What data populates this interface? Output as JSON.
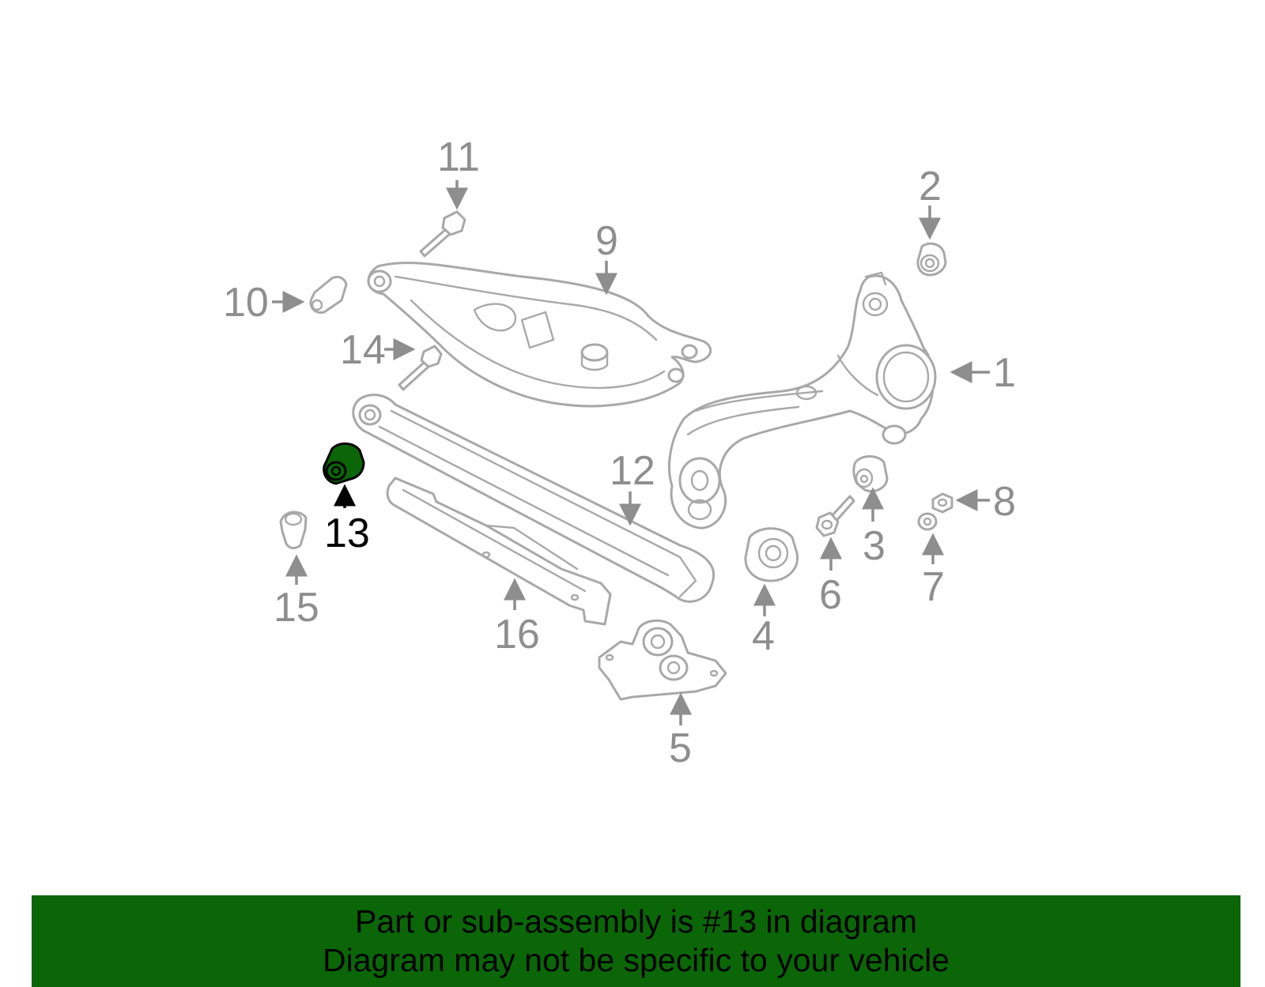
{
  "banner": {
    "line1": "Part or sub-assembly is #13 in diagram",
    "line2": "Diagram may not be specific to your vehicle",
    "background_color": "#0b6608"
  },
  "diagram": {
    "highlighted_part": "13",
    "highlight_color": "#0b6608",
    "callouts": {
      "c1": "1",
      "c2": "2",
      "c3": "3",
      "c4": "4",
      "c5": "5",
      "c6": "6",
      "c7": "7",
      "c8": "8",
      "c9": "9",
      "c10": "10",
      "c11": "11",
      "c12": "12",
      "c13": "13",
      "c14": "14",
      "c15": "15",
      "c16": "16"
    }
  }
}
